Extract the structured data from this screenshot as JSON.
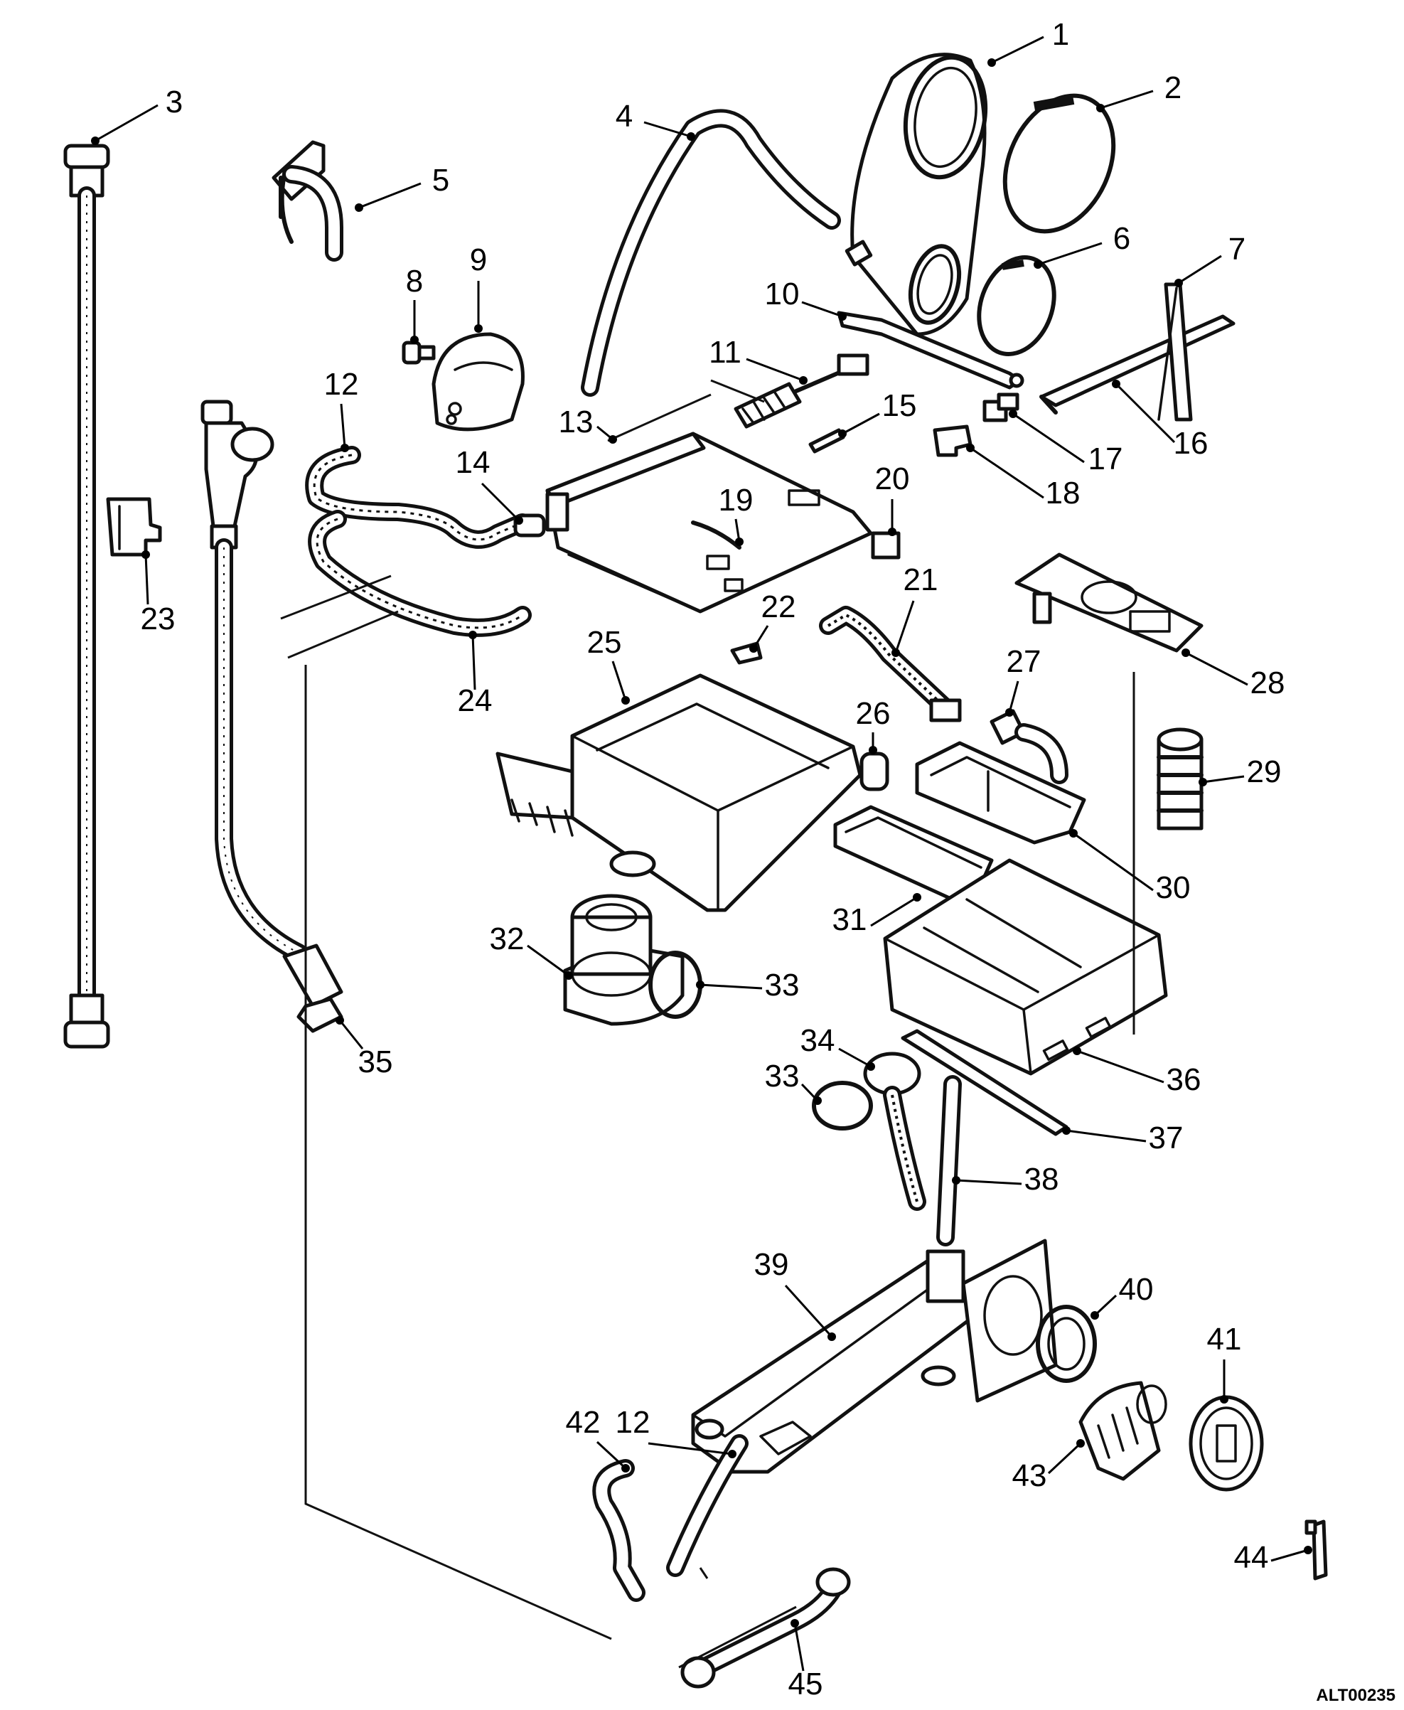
{
  "diagram": {
    "reference_code": "ALT00235",
    "callouts": [
      {
        "id": "c1",
        "label": "1"
      },
      {
        "id": "c2",
        "label": "2"
      },
      {
        "id": "c3",
        "label": "3"
      },
      {
        "id": "c4",
        "label": "4"
      },
      {
        "id": "c5",
        "label": "5"
      },
      {
        "id": "c6",
        "label": "6"
      },
      {
        "id": "c7",
        "label": "7"
      },
      {
        "id": "c8",
        "label": "8"
      },
      {
        "id": "c9",
        "label": "9"
      },
      {
        "id": "c10",
        "label": "10"
      },
      {
        "id": "c11",
        "label": "11"
      },
      {
        "id": "c12a",
        "label": "12"
      },
      {
        "id": "c13",
        "label": "13"
      },
      {
        "id": "c14",
        "label": "14"
      },
      {
        "id": "c15",
        "label": "15"
      },
      {
        "id": "c16",
        "label": "16"
      },
      {
        "id": "c17",
        "label": "17"
      },
      {
        "id": "c18",
        "label": "18"
      },
      {
        "id": "c19",
        "label": "19"
      },
      {
        "id": "c20",
        "label": "20"
      },
      {
        "id": "c21",
        "label": "21"
      },
      {
        "id": "c22",
        "label": "22"
      },
      {
        "id": "c23",
        "label": "23"
      },
      {
        "id": "c24",
        "label": "24"
      },
      {
        "id": "c25",
        "label": "25"
      },
      {
        "id": "c26",
        "label": "26"
      },
      {
        "id": "c27",
        "label": "27"
      },
      {
        "id": "c28",
        "label": "28"
      },
      {
        "id": "c29",
        "label": "29"
      },
      {
        "id": "c30",
        "label": "30"
      },
      {
        "id": "c31",
        "label": "31"
      },
      {
        "id": "c32",
        "label": "32"
      },
      {
        "id": "c33a",
        "label": "33"
      },
      {
        "id": "c33b",
        "label": "33"
      },
      {
        "id": "c34",
        "label": "34"
      },
      {
        "id": "c35",
        "label": "35"
      },
      {
        "id": "c36",
        "label": "36"
      },
      {
        "id": "c37",
        "label": "37"
      },
      {
        "id": "c38",
        "label": "38"
      },
      {
        "id": "c39",
        "label": "39"
      },
      {
        "id": "c40",
        "label": "40"
      },
      {
        "id": "c41",
        "label": "41"
      },
      {
        "id": "c42",
        "label": "42"
      },
      {
        "id": "c12b",
        "label": "12"
      },
      {
        "id": "c43",
        "label": "43"
      },
      {
        "id": "c44",
        "label": "44"
      },
      {
        "id": "c45",
        "label": "45"
      }
    ]
  }
}
